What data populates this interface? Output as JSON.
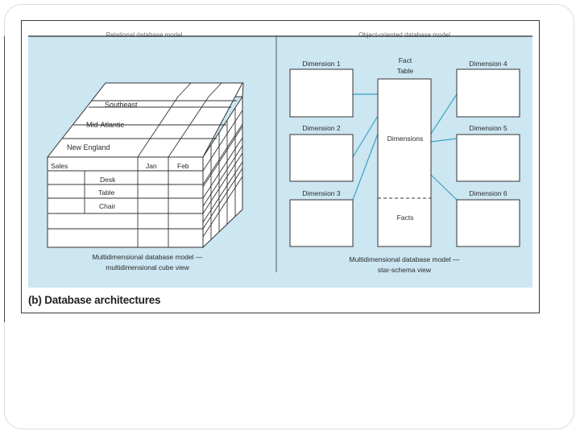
{
  "left_panel": {
    "header": "Relational database model",
    "regions": [
      "Southeast",
      "Mid-Atlantic",
      "New England"
    ],
    "table": {
      "row_header": "Sales",
      "months": [
        "Jan",
        "Feb"
      ],
      "products": [
        "Desk",
        "Table",
        "Chair"
      ]
    },
    "caption_line1": "Multidimensional database model —",
    "caption_line2": "multidimensional cube view"
  },
  "right_panel": {
    "header": "Object-oriented database model",
    "fact_table_line1": "Fact",
    "fact_table_line2": "Table",
    "fact_dimensions_label": "Dimensions",
    "fact_facts_label": "Facts",
    "dimensions_left": [
      "Dimension 1",
      "Dimension 2",
      "Dimension 3"
    ],
    "dimensions_right": [
      "Dimension 4",
      "Dimension 5",
      "Dimension 6"
    ],
    "caption_line1": "Multidimensional database model —",
    "caption_line2": "star-schema view"
  },
  "figure_caption": "(b) Database architectures",
  "colors": {
    "panel_bg": "#cce6f2",
    "link_line": "#3aa3c4",
    "border": "#333333"
  }
}
